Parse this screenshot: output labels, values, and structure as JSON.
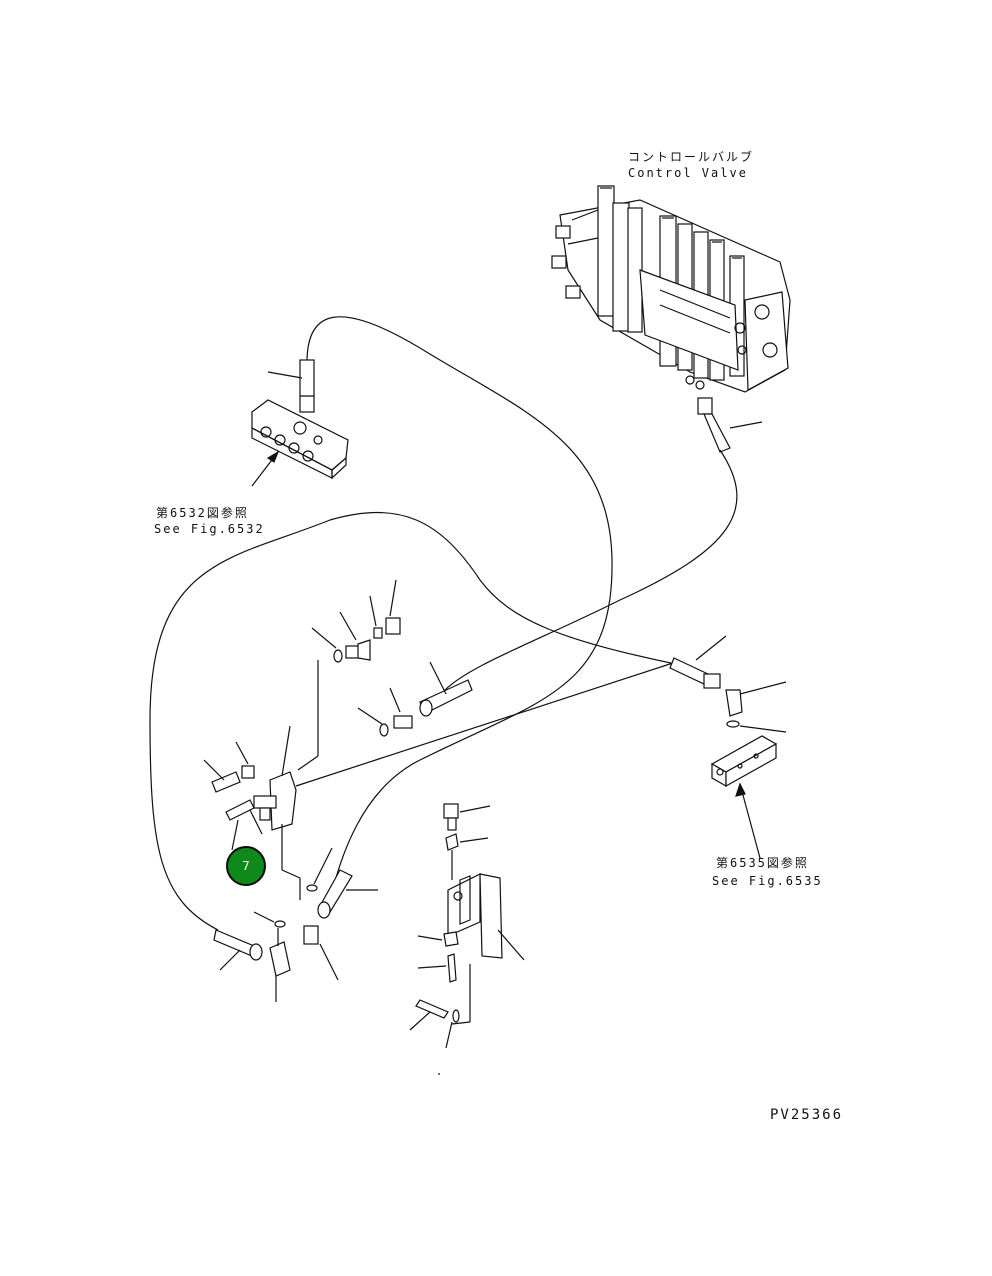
{
  "labels": {
    "control_valve_jp": "コントロールバルブ",
    "control_valve_en": "Control Valve",
    "ref_6532_jp": "第6532図参照",
    "ref_6532_en": "See Fig.6532",
    "ref_6535_jp": "第6535図参照",
    "ref_6535_en": "See Fig.6535",
    "drawing_number": "PV25366"
  },
  "hotspot": {
    "number": "7",
    "color": "#0f8a1a"
  }
}
